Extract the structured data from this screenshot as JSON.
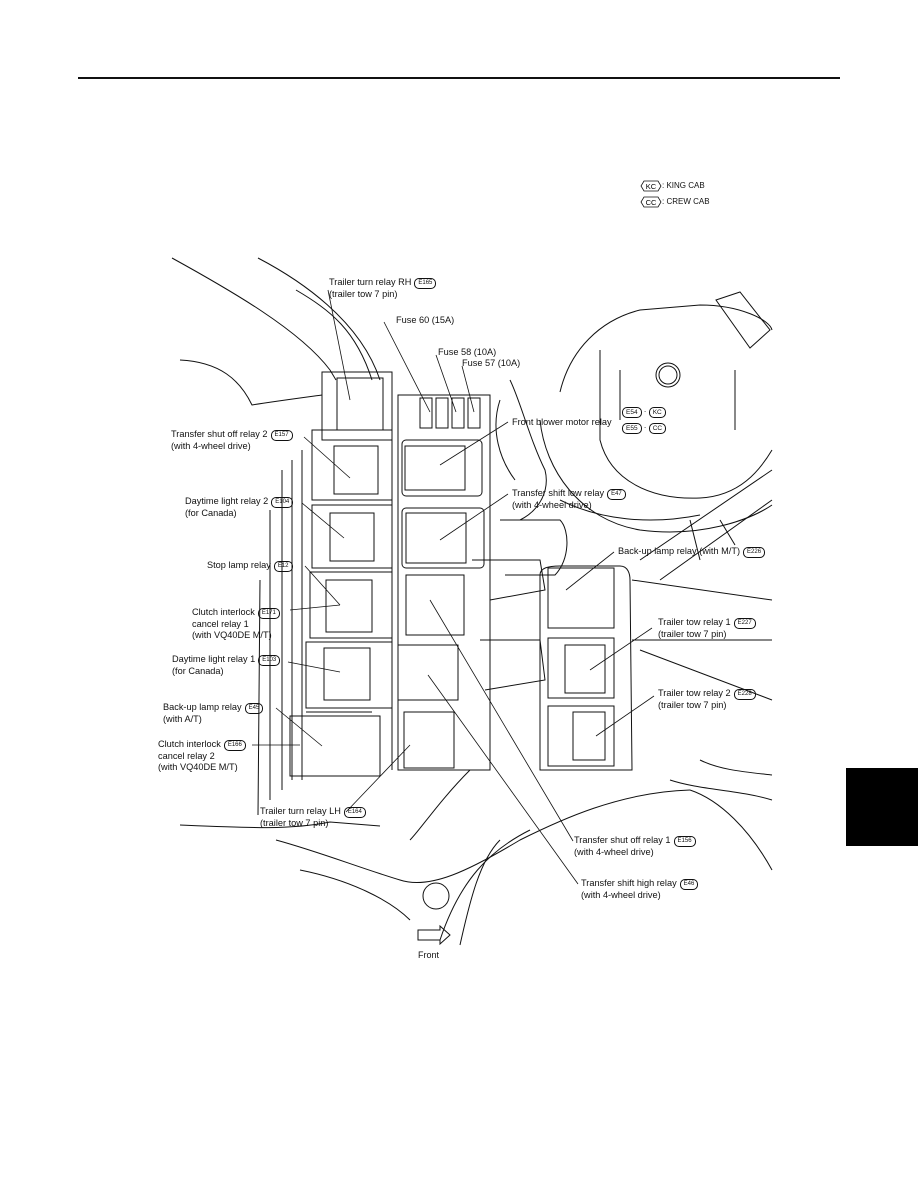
{
  "legend": [
    {
      "code": "KC",
      "text": ": KING CAB"
    },
    {
      "code": "CC",
      "text": ": CREW CAB"
    }
  ],
  "connector_tags": [
    {
      "code": "E54",
      "cab": "KC"
    },
    {
      "code": "E55",
      "cab": "CC"
    }
  ],
  "labels": {
    "trailer_turn_rh": {
      "line1": "Trailer turn relay RH",
      "code": "E165",
      "line2": "(trailer tow 7 pin)"
    },
    "fuse60": {
      "line1": "Fuse 60 (15A)"
    },
    "fuse58": {
      "line1": "Fuse 58 (10A)"
    },
    "fuse57": {
      "line1": "Fuse 57 (10A)"
    },
    "front_blower": {
      "line1": "Front blower motor relay"
    },
    "transfer_shut_off_2": {
      "line1": "Transfer shut off relay 2",
      "code": "E157",
      "line2": "(with 4-wheel drive)"
    },
    "transfer_shift_low": {
      "line1": "Transfer shift low relay",
      "code": "E47",
      "line2": "(with 4-wheel drive)"
    },
    "daytime_2": {
      "line1": "Daytime light relay 2",
      "code": "E104",
      "line2": "(for Canada)"
    },
    "backup_mt": {
      "line1": "Back-up lamp relay (with M/T)",
      "code": "E226"
    },
    "stop_lamp": {
      "line1": "Stop lamp relay",
      "code": "E12"
    },
    "clutch_1": {
      "line1": "Clutch interlock",
      "code": "E171",
      "line2": "cancel relay 1",
      "line3": "(with VQ40DE M/T)"
    },
    "trailer_tow_1": {
      "line1": "Trailer tow relay 1",
      "code": "E227",
      "line2": "(trailer tow 7 pin)"
    },
    "daytime_1": {
      "line1": "Daytime light relay 1",
      "code": "E103",
      "line2": "(for Canada)"
    },
    "trailer_tow_2": {
      "line1": "Trailer tow relay 2",
      "code": "E228",
      "line2": "(trailer tow 7 pin)"
    },
    "backup_at": {
      "line1": "Back-up lamp relay",
      "code": "E45",
      "line2": "(with A/T)"
    },
    "clutch_2": {
      "line1": "Clutch interlock",
      "code": "E166",
      "line2": "cancel relay 2",
      "line3": "(with VQ40DE M/T)"
    },
    "trailer_turn_lh": {
      "line1": "Trailer turn relay LH",
      "code": "E164",
      "line2": "(trailer tow 7 pin)"
    },
    "transfer_shut_off_1": {
      "line1": "Transfer shut off relay 1",
      "code": "E156",
      "line2": "(with 4-wheel drive)"
    },
    "transfer_shift_high": {
      "line1": "Transfer shift high relay",
      "code": "E46",
      "line2": "(with 4-wheel drive)"
    }
  },
  "front_label": "Front",
  "colors": {
    "ink": "#111111",
    "tab": "#000000"
  }
}
